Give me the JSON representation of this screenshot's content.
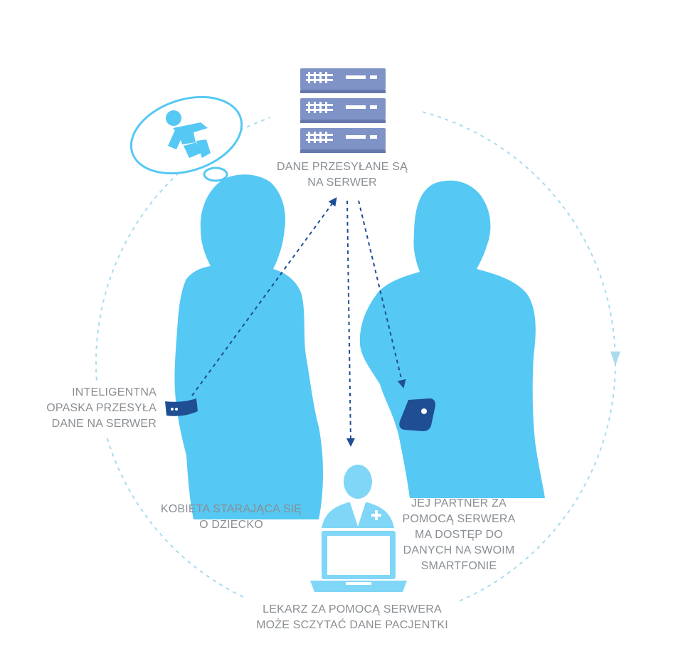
{
  "colors": {
    "silhouette": "#55c8f4",
    "accent_dark": "#1f4e93",
    "server": "#7f93c7",
    "guide_circle": "#a9dbef",
    "text": "#8a8f94"
  },
  "icons": [
    "server-icon",
    "baby-thought-bubble-icon",
    "smart-band-icon",
    "smartphone-icon",
    "doctor-icon",
    "laptop-icon"
  ],
  "labels": {
    "server": [
      "DANE PRZESYŁANE SĄ",
      "NA SERWER"
    ],
    "band": [
      "INTELIGENTNA",
      "OPASKA PRZESYŁA",
      "DANE NA SERWER"
    ],
    "woman": [
      "KOBIETA STARAJĄCA SIĘ",
      "O DZIECKO"
    ],
    "partner": [
      "JEJ PARTNER ZA",
      "POMOCĄ SERWERA",
      "MA DOSTĘP DO",
      "DANYCH NA SWOIM",
      "SMARTFONIE"
    ],
    "doctor": [
      "LEKARZ ZA POMOCĄ SERWERA",
      "MOŻE SCZYTAĆ DANE PACJENTKI"
    ]
  }
}
